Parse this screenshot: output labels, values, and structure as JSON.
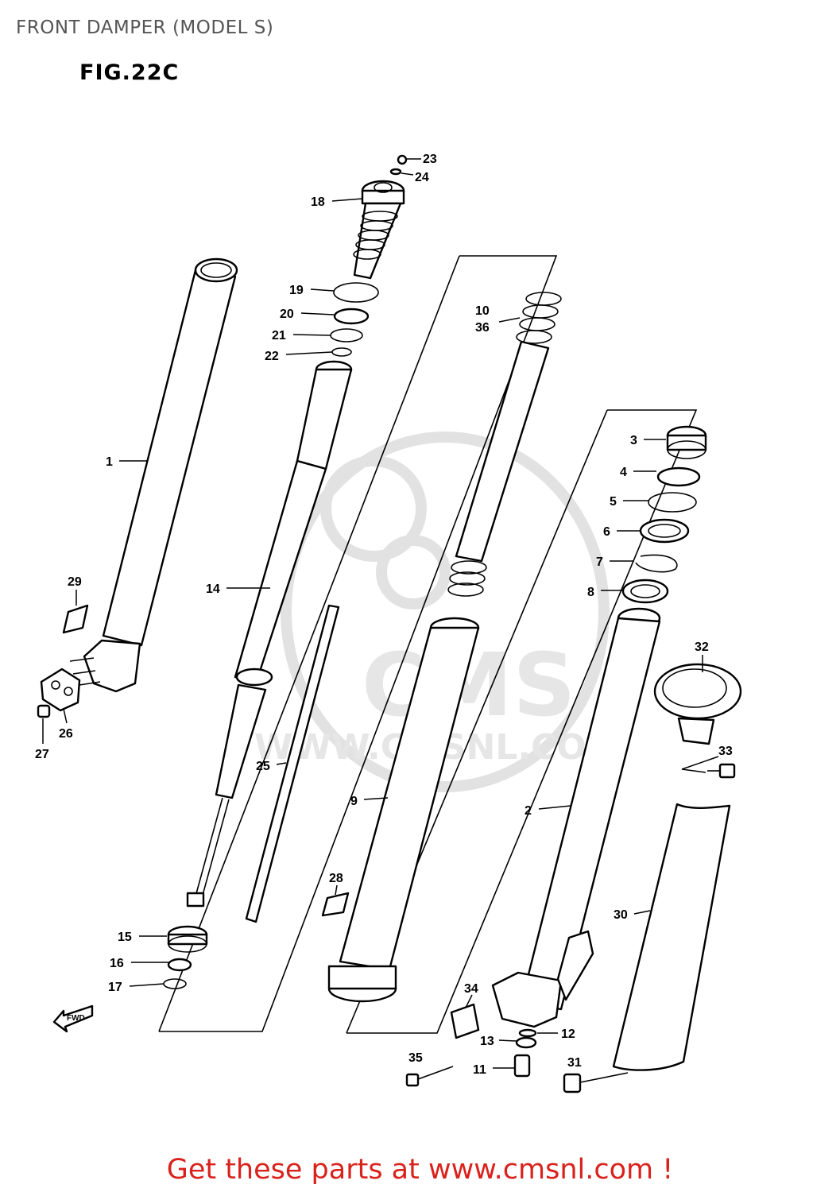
{
  "page": {
    "title": "FRONT DAMPER (MODEL S)",
    "figure": "FIG.22C",
    "footer": "Get these parts at www.cmsnl.com !"
  },
  "watermark": {
    "logo_text": "CMS",
    "url_text": "WWW.CMSNL.COM"
  },
  "direction_arrow": "FWD",
  "callouts": [
    "1",
    "2",
    "3",
    "4",
    "5",
    "6",
    "7",
    "8",
    "9",
    "10",
    "36",
    "11",
    "12",
    "13",
    "14",
    "15",
    "16",
    "17",
    "18",
    "19",
    "20",
    "21",
    "22",
    "23",
    "24",
    "25",
    "26",
    "27",
    "28",
    "29",
    "30",
    "31",
    "32",
    "33",
    "34",
    "35"
  ],
  "colors": {
    "footer_text": "#d9221c",
    "title_text": "#555555",
    "line_art": "#000000",
    "watermark": "#e2e2e2"
  }
}
